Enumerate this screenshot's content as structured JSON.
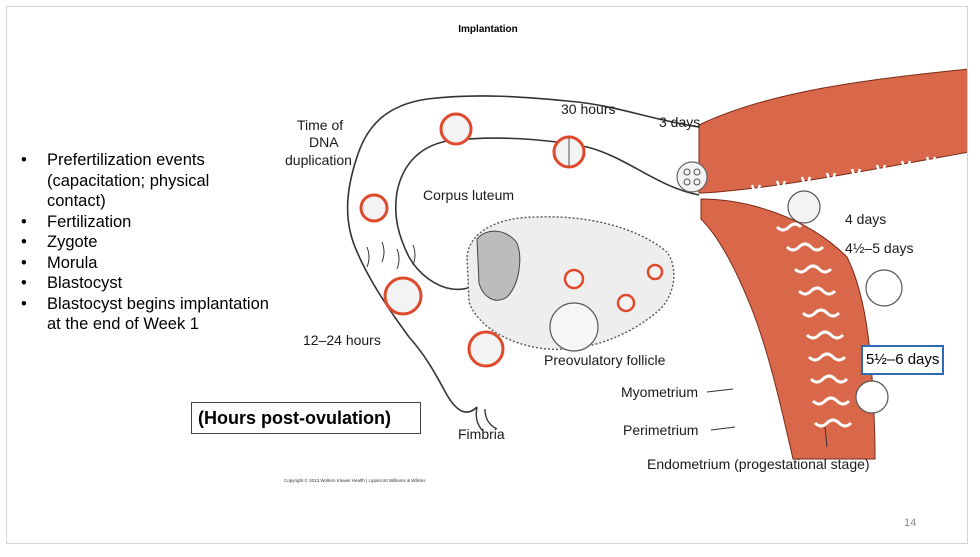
{
  "slide": {
    "title": "Implantation",
    "bullets": [
      "Prefertilization events (capacitation; physical contact)",
      "Fertilization",
      "Zygote",
      "Morula",
      "Blastocyst",
      "Blastocyst begins implantation at the end of Week 1"
    ],
    "hours_note": "(Hours post-ovulation)",
    "copyright": "Copyright © 2013 Wolters Kluwer Health | Lippincott Williams & Wilkins",
    "slide_number": "14"
  },
  "diagram": {
    "labels": {
      "time_dna_1": "Time of",
      "time_dna_2": "DNA",
      "time_dna_3": "duplication",
      "hours_30": "30 hours",
      "days_3": "3 days",
      "corpus_luteum": "Corpus luteum",
      "days_4": "4 days",
      "days_4half_5": "4½–5 days",
      "hours_12_24": "12–24 hours",
      "preovulatory_follicle": "Preovulatory follicle",
      "days_5half_6": "5½–6 days",
      "myometrium": "Myometrium",
      "perimetrium": "Perimetrium",
      "fimbria": "Fimbria",
      "endometrium": "Endometrium (progestational stage)"
    },
    "colors": {
      "uterine_tissue": "#d9684a",
      "highlight_ring": "#e04a2c",
      "box_border": "#2d6bb5"
    }
  }
}
